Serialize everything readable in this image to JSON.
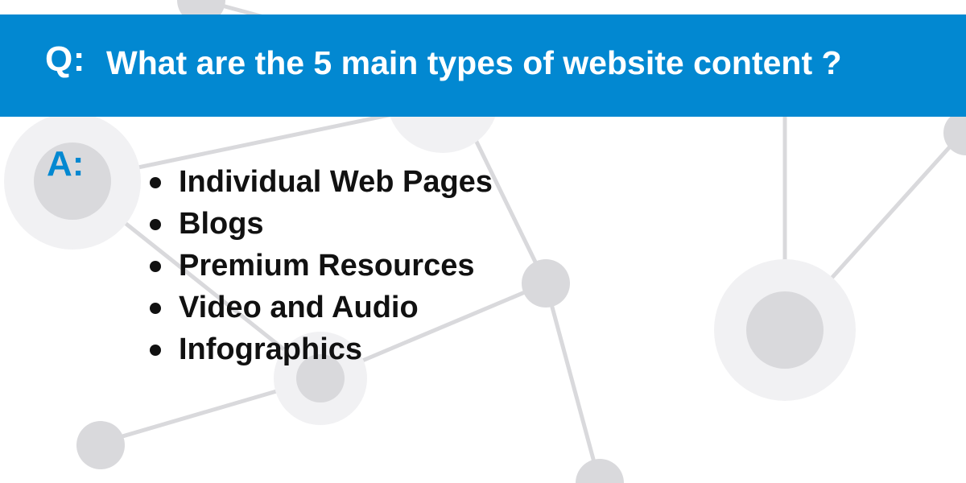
{
  "colors": {
    "banner": "#0288d1",
    "answer_label": "#0288d1",
    "network": "#d9d9dc",
    "network_halo": "#f1f1f3"
  },
  "question": {
    "label": "Q:",
    "text": "What are the 5 main types of website content ?"
  },
  "answer": {
    "label": "A:",
    "items": [
      "Individual Web Pages",
      "Blogs",
      "Premium Resources",
      "Video and Audio",
      "Infographics"
    ]
  }
}
